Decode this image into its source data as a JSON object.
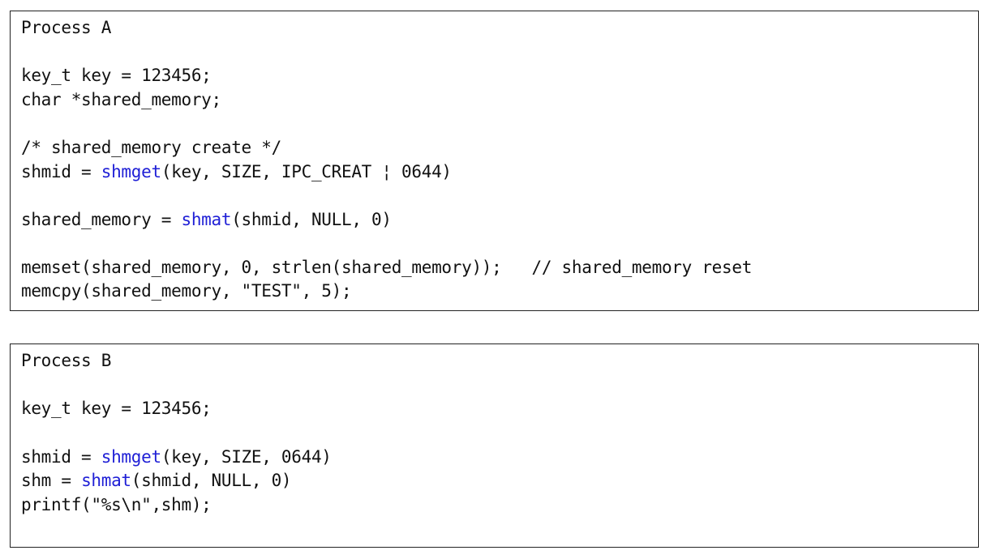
{
  "process_a": {
    "title": "Process A",
    "line_key": "key_t key = 123456;",
    "line_decl": "char *shared_memory;",
    "line_comment": "/* shared_memory create */",
    "shmget_pre": "shmid = ",
    "shmget_fn": "shmget",
    "shmget_args": "(key, SIZE, IPC_CREAT ¦ 0644)",
    "shmat_pre": "shared_memory = ",
    "shmat_fn": "shmat",
    "shmat_args": "(shmid, NULL, 0)",
    "line_memset": "memset(shared_memory, 0, strlen(shared_memory));   // shared_memory reset",
    "line_memcpy": "memcpy(shared_memory, \"TEST\", 5);"
  },
  "process_b": {
    "title": "Process B",
    "line_key": "key_t key = 123456;",
    "shmget_pre": "shmid = ",
    "shmget_fn": "shmget",
    "shmget_args": "(key, SIZE, 0644)",
    "shmat_pre": "shm = ",
    "shmat_fn": "shmat",
    "shmat_args": "(shmid, NULL, 0)",
    "line_printf": "printf(\"%s\\n\",shm);"
  },
  "colors": {
    "function_highlight": "#1f1fd6",
    "text": "#111111",
    "border": "#222222"
  }
}
